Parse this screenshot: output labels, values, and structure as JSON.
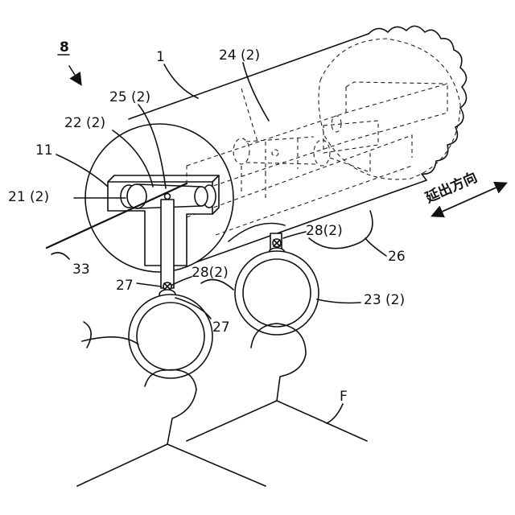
{
  "figure_id": "8",
  "labels": {
    "l1": "1",
    "l11": "11",
    "l21": "21 (2)",
    "l22": "22 (2)",
    "l23": "23 (2)",
    "l24": "24 (2)",
    "l25": "25 (2)",
    "l26": "26",
    "l27a": "27",
    "l27b": "27",
    "l28a": "28(2)",
    "l28b": "28(2)",
    "l33": "33",
    "lF": "F"
  },
  "direction_label": "延出方向"
}
